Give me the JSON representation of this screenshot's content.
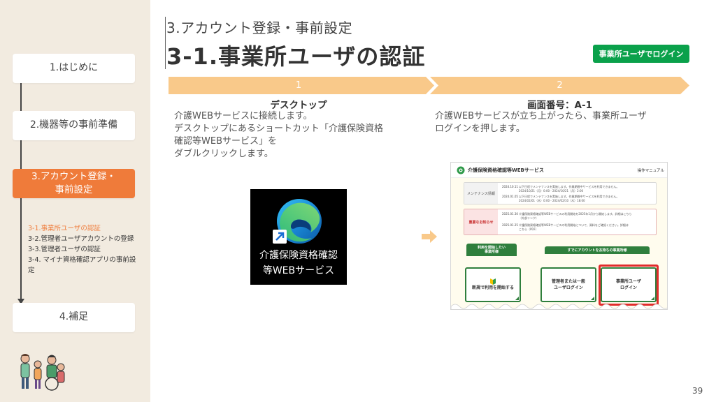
{
  "sidebar": {
    "items": [
      {
        "label": "1.はじめに"
      },
      {
        "label": "2.機器等の事前準備"
      },
      {
        "label_line1": "3.アカウント登録・",
        "label_line2": "事前設定"
      },
      {
        "label": "4.補足"
      }
    ],
    "subitems": [
      "3-1.事業所ユーザの認証",
      "3-2.管理者ユーザアカウントの登録",
      "3-3.管理者ユーザの認証",
      "3-4. マイナ資格確認アプリの事前設",
      "定"
    ]
  },
  "header": {
    "section": "3.アカウント登録・事前設定",
    "title": "3-1.事業所ユーザの認証",
    "badge": "事業所ユーザでログイン"
  },
  "steps": [
    {
      "number": "1",
      "heading": "デスクトップ",
      "lines": [
        "介護WEBサービスに接続します。",
        "デスクトップにあるショートカット「介護保険資格",
        "確認等WEBサービス」を",
        "ダブルクリックします。"
      ]
    },
    {
      "number": "2",
      "heading": "画面番号：A-1",
      "lines": [
        "介護WEBサービスが立ち上がったら、事業所ユーザ",
        "ログインを押します。"
      ]
    }
  ],
  "shortcut": {
    "line1": "介護保険資格確認",
    "line2": "等WEBサービス"
  },
  "web": {
    "title": "介護保険資格確認等WEBサービス",
    "manual": "操作マニュアル",
    "maintenance_label": "メンテナンス情報",
    "important_label": "重要なお知らせ",
    "maint_rows": [
      {
        "date": "2024.10.11",
        "text": "以下日程でメンテナンスを実施します。作業期間中サービスを利用できません。"
      },
      {
        "date": "",
        "text": "2024/10/21（月）0:00 - 2024/10/21（月）2:00"
      },
      {
        "date": "2024.01.05",
        "text": "以下日程でメンテナンスを実施します。作業期間中サービスを利用できません。"
      },
      {
        "date": "",
        "text": "2024/02/01（木）0:00 - 2024/02/10（木）18:00"
      }
    ],
    "important_rows": [
      {
        "date": "2025.01.30",
        "text": "介護保険資格確認等WEBサービスの利用開始を2025年1月から開始します。詳細はこちら"
      },
      {
        "date": "",
        "text": "（外部リンク）"
      },
      {
        "date": "2025.01.25",
        "text": "介護保険資格確認等WEBサービスの利用開始について、資料をご確認ください。詳細は"
      },
      {
        "date": "",
        "text": "こちら（PDF）"
      }
    ],
    "tab_new_line1": "利用を開始したい",
    "tab_new_line2": "事業所様",
    "tab_existing": "すでにアカウントをお持ちの事業所様",
    "btn_new": "新規で利用を開始する",
    "btn_admin_line1": "管理者または一般",
    "btn_admin_line2": "ユーザログイン",
    "btn_office_line1": "事業所ユーザ",
    "btn_office_line2": "ログイン"
  },
  "page_number": "39",
  "colors": {
    "accent_orange": "#ef7b3a",
    "step_bar": "#f9c98a",
    "badge_green": "#0aa14b",
    "web_green": "#2f7f3d",
    "highlight_red": "#e12b2b"
  }
}
